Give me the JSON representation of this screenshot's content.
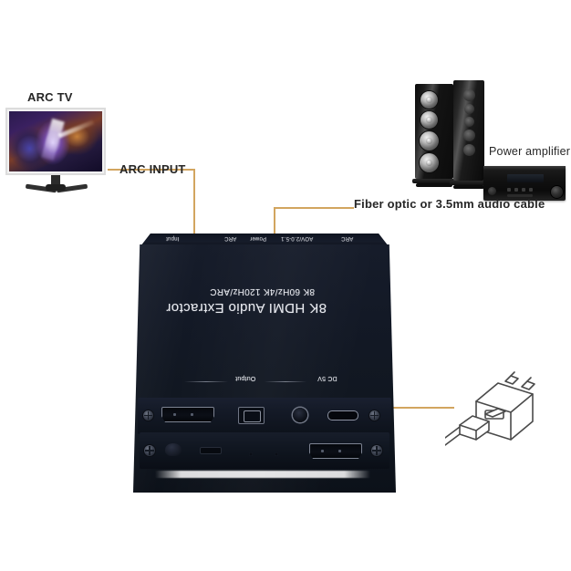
{
  "page": {
    "title": "8K HDMI Audio Extractor connection diagram",
    "background": "#ffffff"
  },
  "colors": {
    "callout_line": "#d2a55f",
    "callout_dot": "#f08a1c",
    "label_text": "#262626",
    "device_body": "#131926"
  },
  "labels": {
    "arc_tv": "ARC TV",
    "arc_input": "ARC INPUT",
    "fiber_optic": "Fiber optic or 3.5mm audio cable",
    "power_amplifier": "Power amplifier"
  },
  "device": {
    "brand_text": "8K HDMI Audio Extractor",
    "spec_text": "8K 60Hz/4K 120Hz/ARC",
    "rear_labels": [
      "Input",
      "ARC",
      "Power",
      "AOV/2.0-5.1",
      "ARC"
    ],
    "front_labels": {
      "output": "Output",
      "dc": "DC 5V"
    },
    "ports": [
      "hdmi-input-port",
      "optical-spdif-port",
      "audio-jack-3-5mm-port",
      "usb-c-power-port",
      "hdmi-output-port"
    ]
  },
  "icons": {
    "tv": "tv-icon",
    "speaker_left": "tower-speaker-icon",
    "speaker_right": "tower-speaker-icon",
    "receiver": "av-receiver-icon",
    "power_adapter": "usb-power-adapter-icon"
  }
}
